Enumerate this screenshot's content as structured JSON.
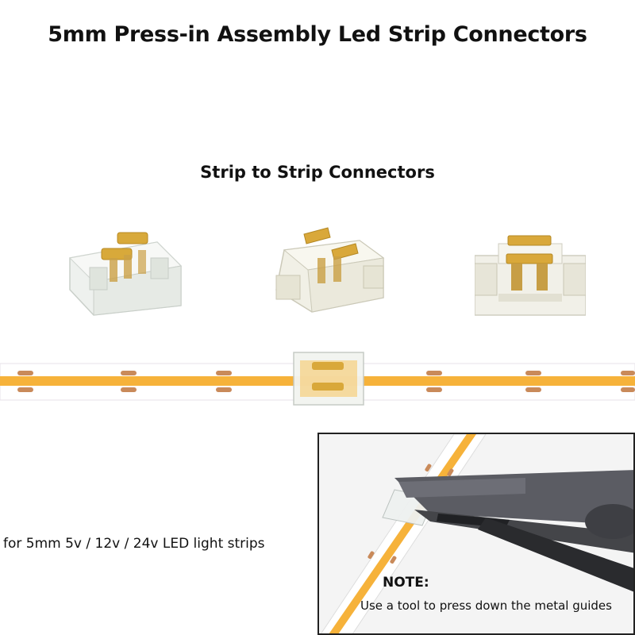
{
  "header": {
    "title": "5mm Press-in Assembly Led Strip Connectors"
  },
  "section": {
    "subtitle": "Strip to Strip Connectors"
  },
  "products": [
    {
      "icon": "connector-angled-view-icon"
    },
    {
      "icon": "connector-side-view-icon"
    },
    {
      "icon": "connector-front-view-icon"
    }
  ],
  "strip": {
    "icon": "cob-led-strip-icon",
    "strip_color": "#f6b23a",
    "pad_color": "#c98a5a"
  },
  "caption": {
    "text": "for 5mm 5v / 12v / 24v LED light strips"
  },
  "photo": {
    "icon": "pliers-pressing-connector-icon"
  },
  "note": {
    "title": "NOTE:",
    "text": "Use a tool to press down the metal guides"
  }
}
